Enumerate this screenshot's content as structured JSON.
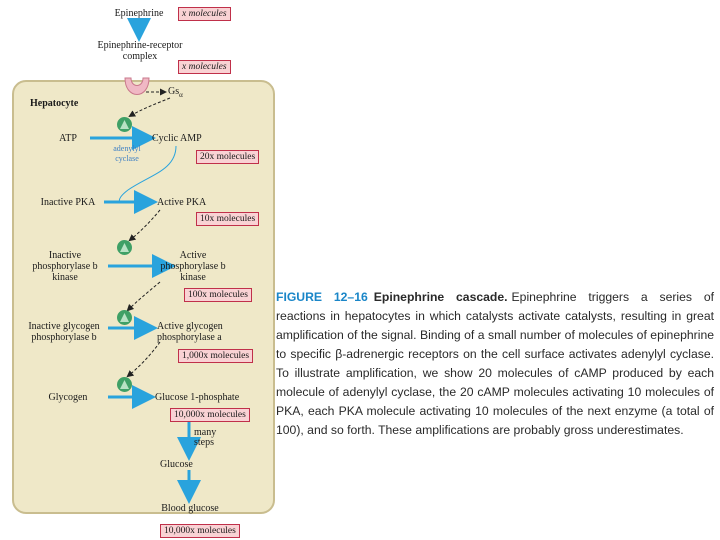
{
  "diagram": {
    "epinephrine": "Epinephrine",
    "epinephrine_badge": "x molecules",
    "receptor_label_1": "Epinephrine-receptor",
    "receptor_label_2": "complex",
    "receptor_badge": "x molecules",
    "gs_label": "Gs",
    "gs_sub": "α",
    "hepatocyte": "Hepatocyte",
    "atp": "ATP",
    "camp": "Cyclic AMP",
    "adenylyl_cyclase_1": "adenylyl",
    "adenylyl_cyclase_2": "cyclase",
    "camp_badge": "20x molecules",
    "inactive_pka": "Inactive PKA",
    "active_pka": "Active PKA",
    "pka_badge": "10x molecules",
    "inactive_phk_1": "Inactive",
    "inactive_phk_2": "phosphorylase b",
    "inactive_phk_3": "kinase",
    "active_phk_1": "Active",
    "active_phk_2": "phosphorylase b",
    "active_phk_3": "kinase",
    "phk_badge": "100x molecules",
    "inactive_gp_1": "Inactive glycogen",
    "inactive_gp_2": "phosphorylase b",
    "active_gp_1": "Active glycogen",
    "active_gp_2": "phosphorylase a",
    "gp_badge": "1,000x molecules",
    "glycogen": "Glycogen",
    "g1p": "Glucose 1-phosphate",
    "g1p_badge": "10,000x molecules",
    "many_steps_1": "many",
    "many_steps_2": "steps",
    "glucose": "Glucose",
    "blood_glucose": "Blood glucose",
    "blood_badge": "10,000x molecules"
  },
  "caption": {
    "figure_number": "FIGURE 12–16",
    "title": "Epinephrine cascade.",
    "text": "Epinephrine triggers a series of reactions in hepatocytes in which catalysts activate catalysts, resulting in great amplification of the signal. Binding of a small number of molecules of epinephrine to specific β-adrenergic receptors on the cell surface activates adenylyl cyclase. To illustrate amplification, we show 20 molecules of cAMP produced by each molecule of adenylyl cyclase, the 20 cAMP molecules activating 10 molecules of PKA, each PKA molecule activating 10 molecules of the next enzyme (a total of 100), and so forth. These amplifications are probably gross underestimates."
  },
  "colors": {
    "arrow_blue": "#29a3dd",
    "cell_fill": "#efe8c8",
    "badge_fill": "#f9d2d4",
    "badge_border": "#c0304a",
    "enzyme_green": "#3fa066",
    "caption_blue": "#1a86c8"
  },
  "icons": {
    "receptor": "receptor-icon",
    "enzyme": "enzyme-icon"
  }
}
